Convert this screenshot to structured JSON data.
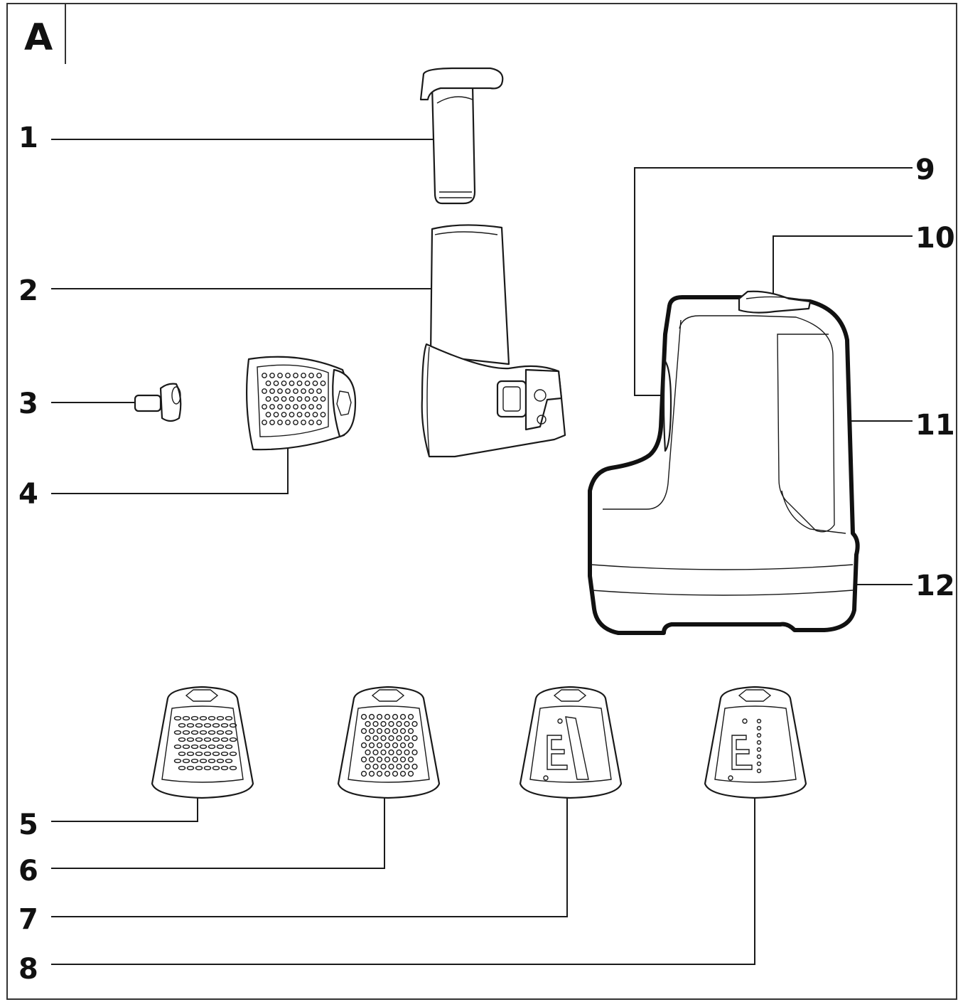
{
  "figure_letter": "A",
  "labels": [
    "1",
    "2",
    "3",
    "4",
    "5",
    "6",
    "7",
    "8",
    "9",
    "10",
    "11",
    "12"
  ],
  "colors": {
    "ink": "#1a1a1a",
    "paper": "#ffffff"
  }
}
